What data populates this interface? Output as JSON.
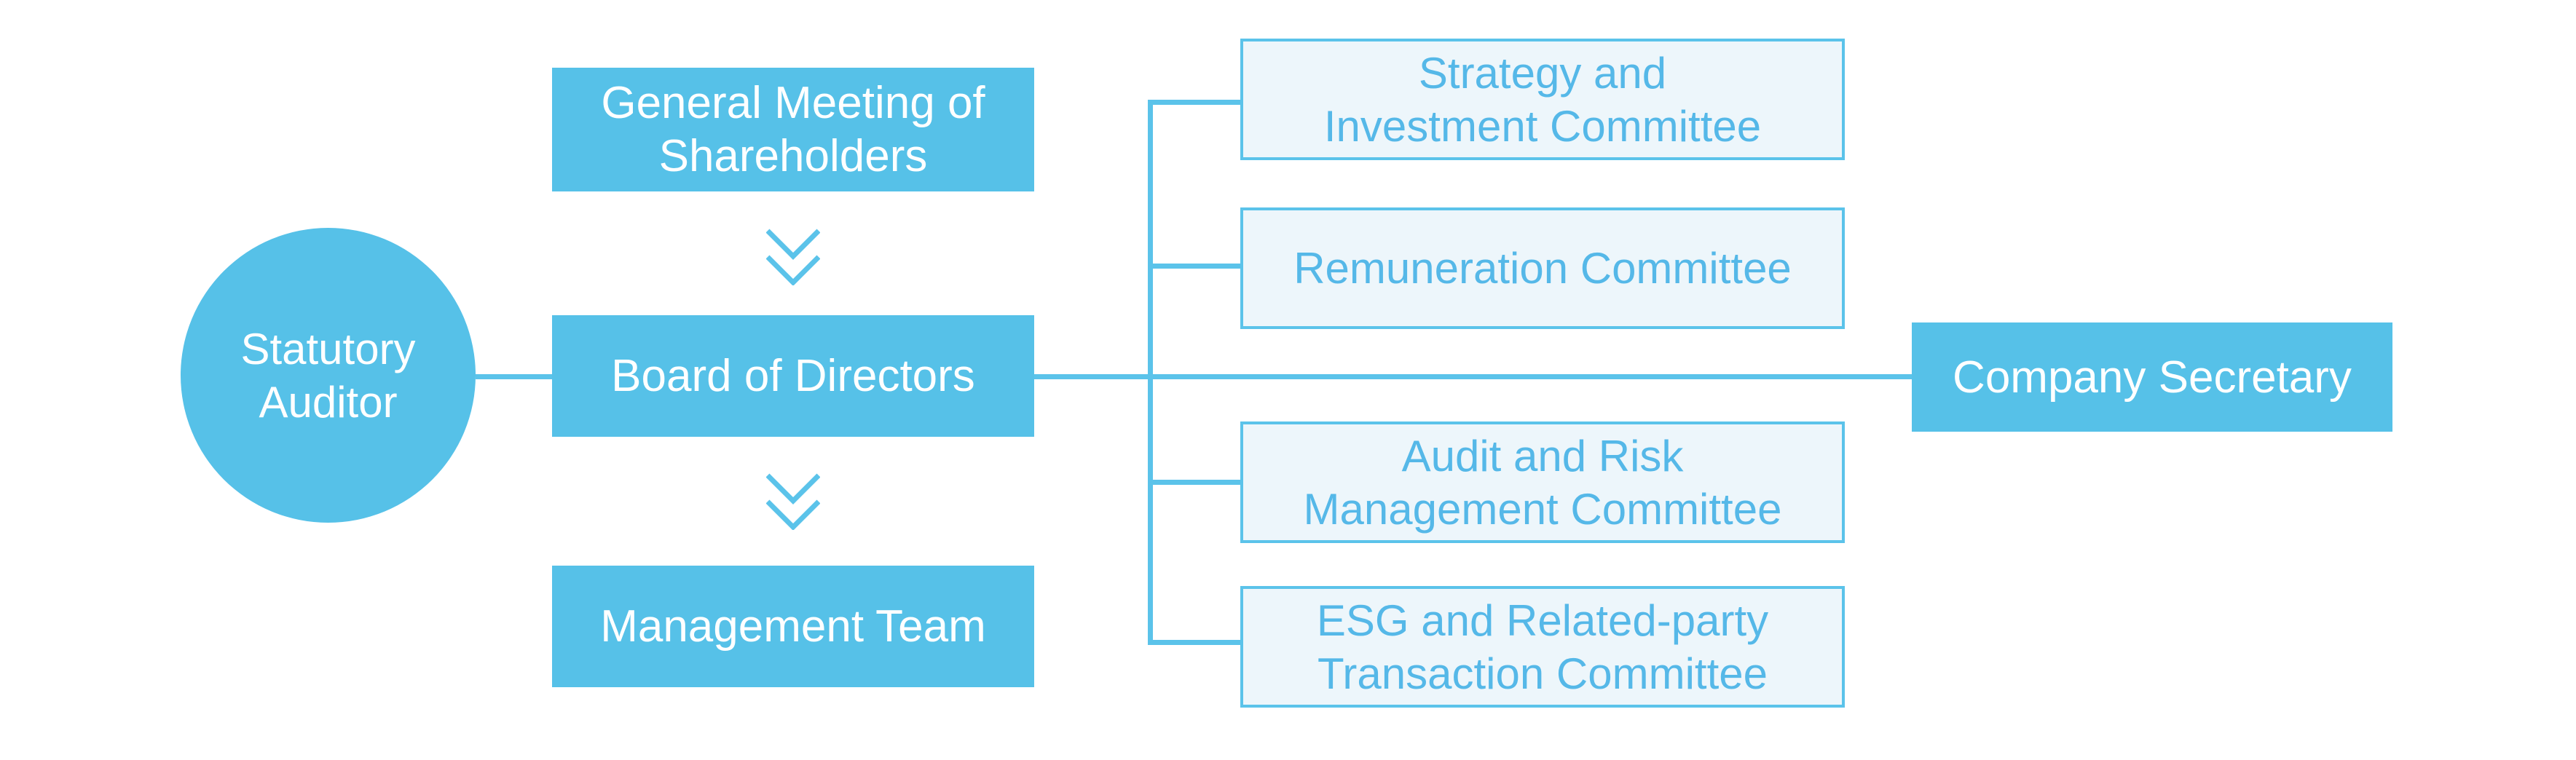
{
  "diagram": {
    "type": "org-chart",
    "colors": {
      "solid": "#56c1e8",
      "line": "#5bc3ea",
      "committee_fill": "#edf6fb",
      "committee_text": "#55b8e8",
      "text_on_solid": "#ffffff"
    },
    "icons": {
      "flow_arrow": "double-chevron-down"
    },
    "nodes": {
      "statutory_auditor": {
        "line1": "Statutory",
        "line2": "Auditor"
      },
      "general_meeting": {
        "line1": "General Meeting of",
        "line2": "Shareholders"
      },
      "board": {
        "line1": "Board of Directors"
      },
      "management": {
        "line1": "Management Team"
      },
      "committee_strategy": {
        "line1": "Strategy and",
        "line2": "Investment Committee"
      },
      "committee_remuneration": {
        "line1": "Remuneration Committee"
      },
      "committee_audit": {
        "line1": "Audit and Risk",
        "line2": "Management Committee"
      },
      "committee_esg": {
        "line1": "ESG and Related-party",
        "line2": "Transaction Committee"
      },
      "secretary": {
        "line1": "Company Secretary"
      }
    },
    "edges": [
      "Statutory Auditor - Board of Directors",
      "General Meeting of Shareholders -> Board of Directors",
      "Board of Directors -> Management Team",
      "Board of Directors - Strategy and Investment Committee",
      "Board of Directors - Remuneration Committee",
      "Board of Directors - Audit and Risk Management Committee",
      "Board of Directors - ESG and Related-party Transaction Committee",
      "Board of Directors - Company Secretary"
    ]
  }
}
